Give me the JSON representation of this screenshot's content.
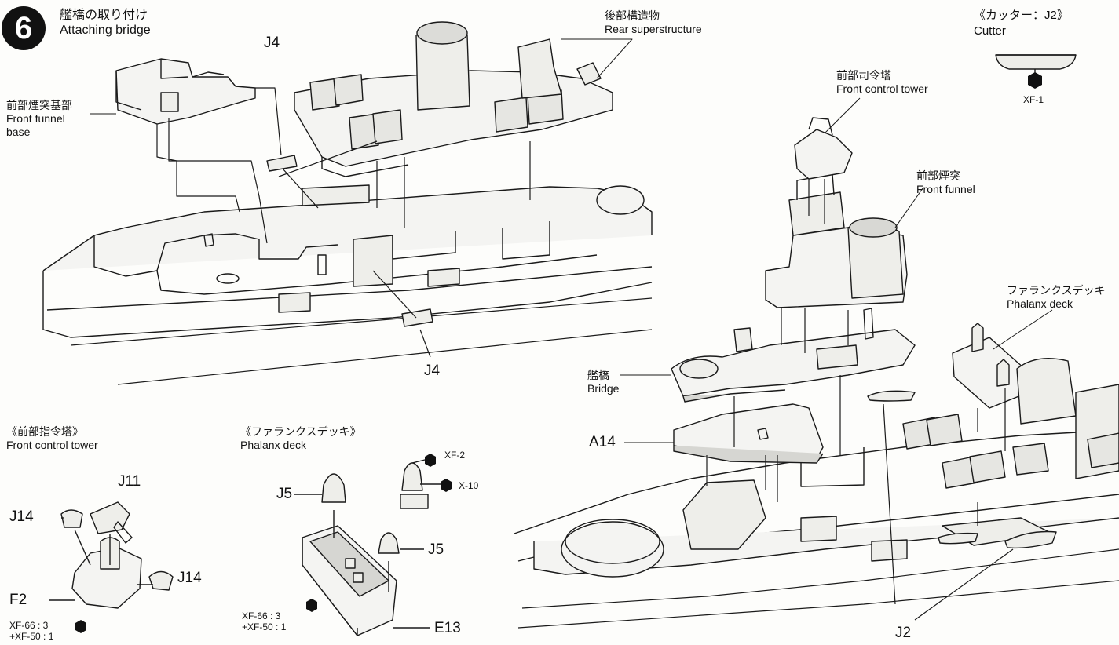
{
  "step": {
    "number": "6",
    "title_ja": "艦橋の取り付け",
    "title_en": "Attaching bridge"
  },
  "callouts": {
    "rear_superstructure": {
      "ja": "後部構造物",
      "en": "Rear superstructure"
    },
    "front_funnel_base": {
      "ja": "前部煙突基部",
      "en1": "Front funnel",
      "en2": "base"
    },
    "front_control_tower": {
      "ja": "前部司令塔",
      "en": "Front control tower"
    },
    "front_funnel": {
      "ja": "前部煙突",
      "en": "Front funnel"
    },
    "phalanx_deck": {
      "ja": "ファランクスデッキ",
      "en": "Phalanx deck"
    },
    "bridge": {
      "ja": "艦橋",
      "en": "Bridge"
    }
  },
  "cutter_box": {
    "title": "《カッター：J2》",
    "en": "Cutter",
    "paint": "XF-1"
  },
  "sub_front_tower": {
    "title_ja": "《前部指令塔》",
    "title_en": "Front control tower"
  },
  "sub_phalanx": {
    "title_ja": "《ファランクスデッキ》",
    "title_en": "Phalanx deck"
  },
  "parts": {
    "j4_top": "J4",
    "j4_bottom": "J4",
    "j2": "J2",
    "a14": "A14",
    "j11": "J11",
    "j14_left": "J14",
    "j14_right": "J14",
    "f2": "F2",
    "j5_left": "J5",
    "j5_right": "J5",
    "e13": "E13"
  },
  "paints": {
    "xf2": "XF-2",
    "x10": "X-10",
    "tower_mix_1": "XF-66 : 3",
    "tower_mix_2": "+XF-50 : 1",
    "deck_mix_1": "XF-66 : 3",
    "deck_mix_2": "+XF-50 : 1"
  },
  "colors": {
    "line": "#1a1a1a",
    "paper": "#fdfdfb",
    "part_fill": "#f4f4f2",
    "shade": "#d6d6d2"
  }
}
